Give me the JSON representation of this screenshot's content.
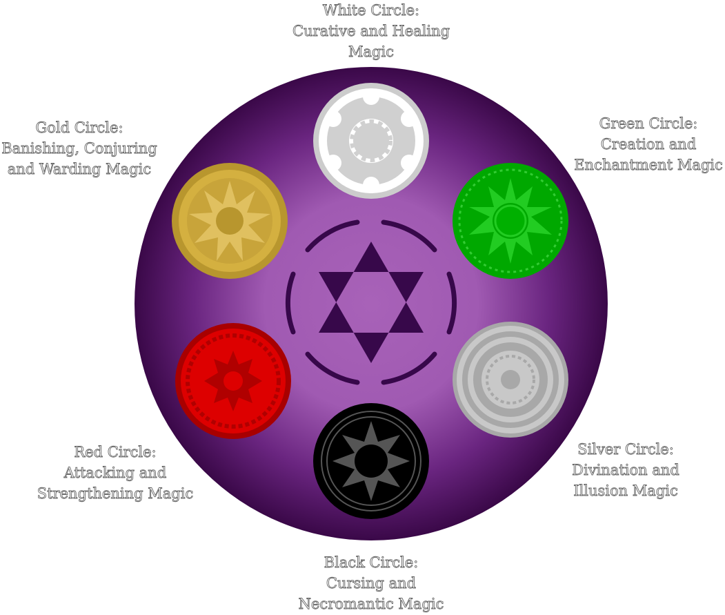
{
  "circles": [
    {
      "id": "white",
      "title": "White Circle:",
      "lines": [
        "Curative and Healing",
        "Magic"
      ],
      "color": "#cccccc",
      "fill": "#ffffff"
    },
    {
      "id": "green",
      "title": "Green Circle:",
      "lines": [
        "Creation and",
        "Enchantment Magic"
      ],
      "color": "#00a800",
      "fill": "#00b800"
    },
    {
      "id": "silver",
      "title": "Silver Circle:",
      "lines": [
        "Divination and",
        "Illusion Magic"
      ],
      "color": "#a8a8a8",
      "fill": "#c8c8c8"
    },
    {
      "id": "black",
      "title": "Black Circle:",
      "lines": [
        "Cursing and",
        "Necromantic Magic"
      ],
      "color": "#000000",
      "fill": "#555555"
    },
    {
      "id": "red",
      "title": "Red Circle:",
      "lines": [
        "Attacking and",
        "Strengthening Magic"
      ],
      "color": "#b00000",
      "fill": "#dd0000"
    },
    {
      "id": "gold",
      "title": "Gold Circle:",
      "lines": [
        "Banishing, Conjuring",
        "and Warding Magic"
      ],
      "color": "#b8962e",
      "fill": "#d4b040"
    }
  ],
  "center": {
    "inner": "#a860b8",
    "outer": "#3a0848",
    "symbol": "hexagram-icon"
  }
}
